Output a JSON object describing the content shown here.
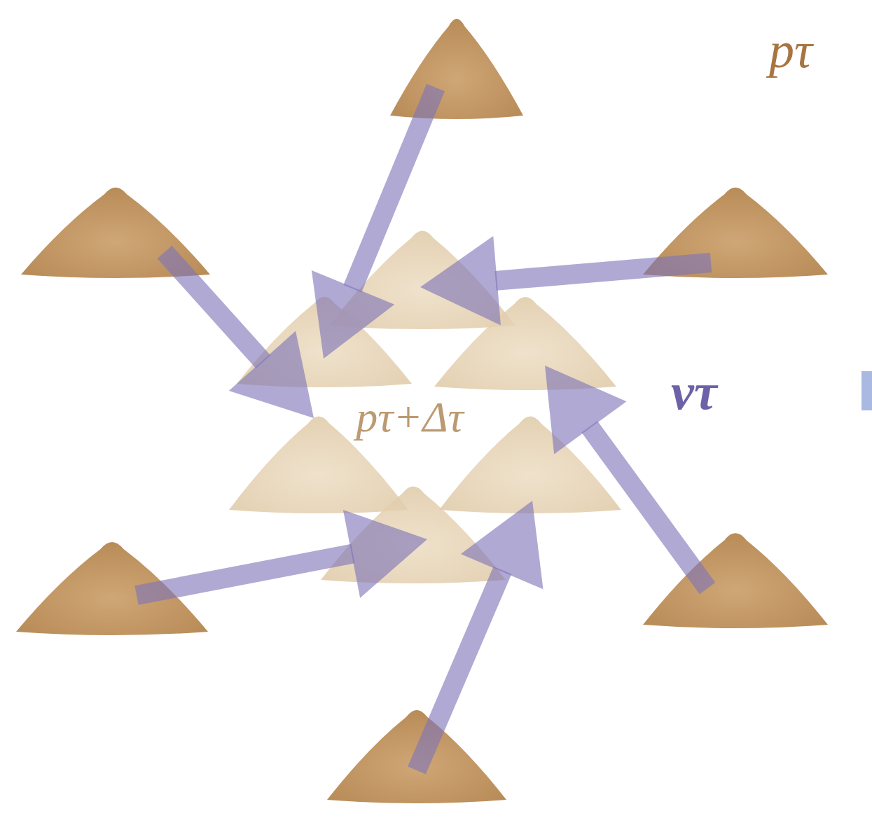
{
  "diagram": {
    "labels": [
      "pτ",
      "ντ",
      "pτ+Δτ"
    ]
  }
}
